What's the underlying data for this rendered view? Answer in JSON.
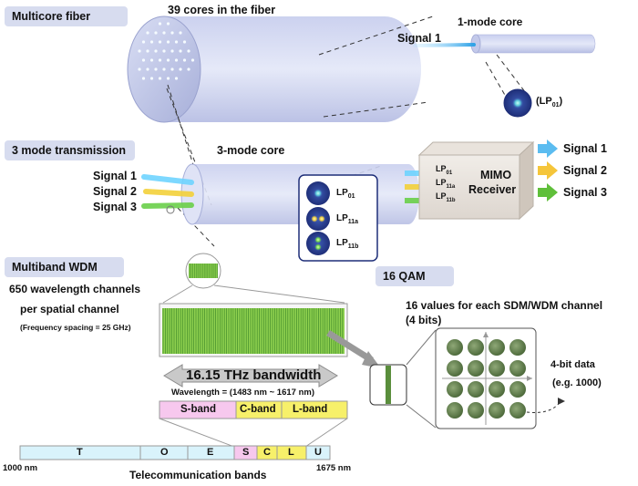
{
  "sections": {
    "multicore": "Multicore fiber",
    "cores_label": "39 cores in the fiber",
    "one_mode_core": "1-mode core",
    "signal1_label": "Signal 1",
    "lp01_label": "(LP",
    "lp01_sub": "01",
    "lp01_close": ")",
    "three_mode": "3 mode transmission",
    "three_mode_core": "3-mode core",
    "multiband": "Multiband WDM",
    "qam": "16 QAM"
  },
  "signals": [
    "Signal 1",
    "Signal 2",
    "Signal 3"
  ],
  "modes": [
    {
      "base": "LP",
      "sub": "01"
    },
    {
      "base": "LP",
      "sub": "11a"
    },
    {
      "base": "LP",
      "sub": "11b"
    }
  ],
  "mimo": {
    "line1": "MIMO",
    "line2": "Receiver"
  },
  "outputs": [
    {
      "label": "Signal 1",
      "color": "#5bbcf0"
    },
    {
      "label": "Signal 2",
      "color": "#f5c53a"
    },
    {
      "label": "Signal 3",
      "color": "#5fbf3a"
    }
  ],
  "wdm": {
    "channels_line1": "650 wavelength channels",
    "channels_line2": "per spatial channel",
    "spacing": "(Frequency spacing = 25 GHz)",
    "bandwidth": "16.15 THz bandwidth",
    "wavelength": "Wavelength = (1483 nm ~ 1617 nm)",
    "bands": [
      {
        "label": "S-band",
        "color": "#f7c8ee"
      },
      {
        "label": "C-band",
        "color": "#f7f06a"
      },
      {
        "label": "L-band",
        "color": "#f7f06a"
      }
    ]
  },
  "telecom": {
    "bands": [
      {
        "label": "T",
        "color": "#d9f3fb"
      },
      {
        "label": "O",
        "color": "#d9f3fb"
      },
      {
        "label": "E",
        "color": "#d9f3fb"
      },
      {
        "label": "S",
        "color": "#f7c8ee"
      },
      {
        "label": "C",
        "color": "#f7f06a"
      },
      {
        "label": "L",
        "color": "#f7f06a"
      },
      {
        "label": "U",
        "color": "#d9f3fb"
      }
    ],
    "start": "1000 nm",
    "end": "1675 nm",
    "caption": "Telecommunication bands"
  },
  "qam": {
    "line1": "16 values for each SDM/WDM channel",
    "line2": "(4 bits)",
    "data_label": "4-bit data",
    "example": "(e.g. 1000)"
  }
}
